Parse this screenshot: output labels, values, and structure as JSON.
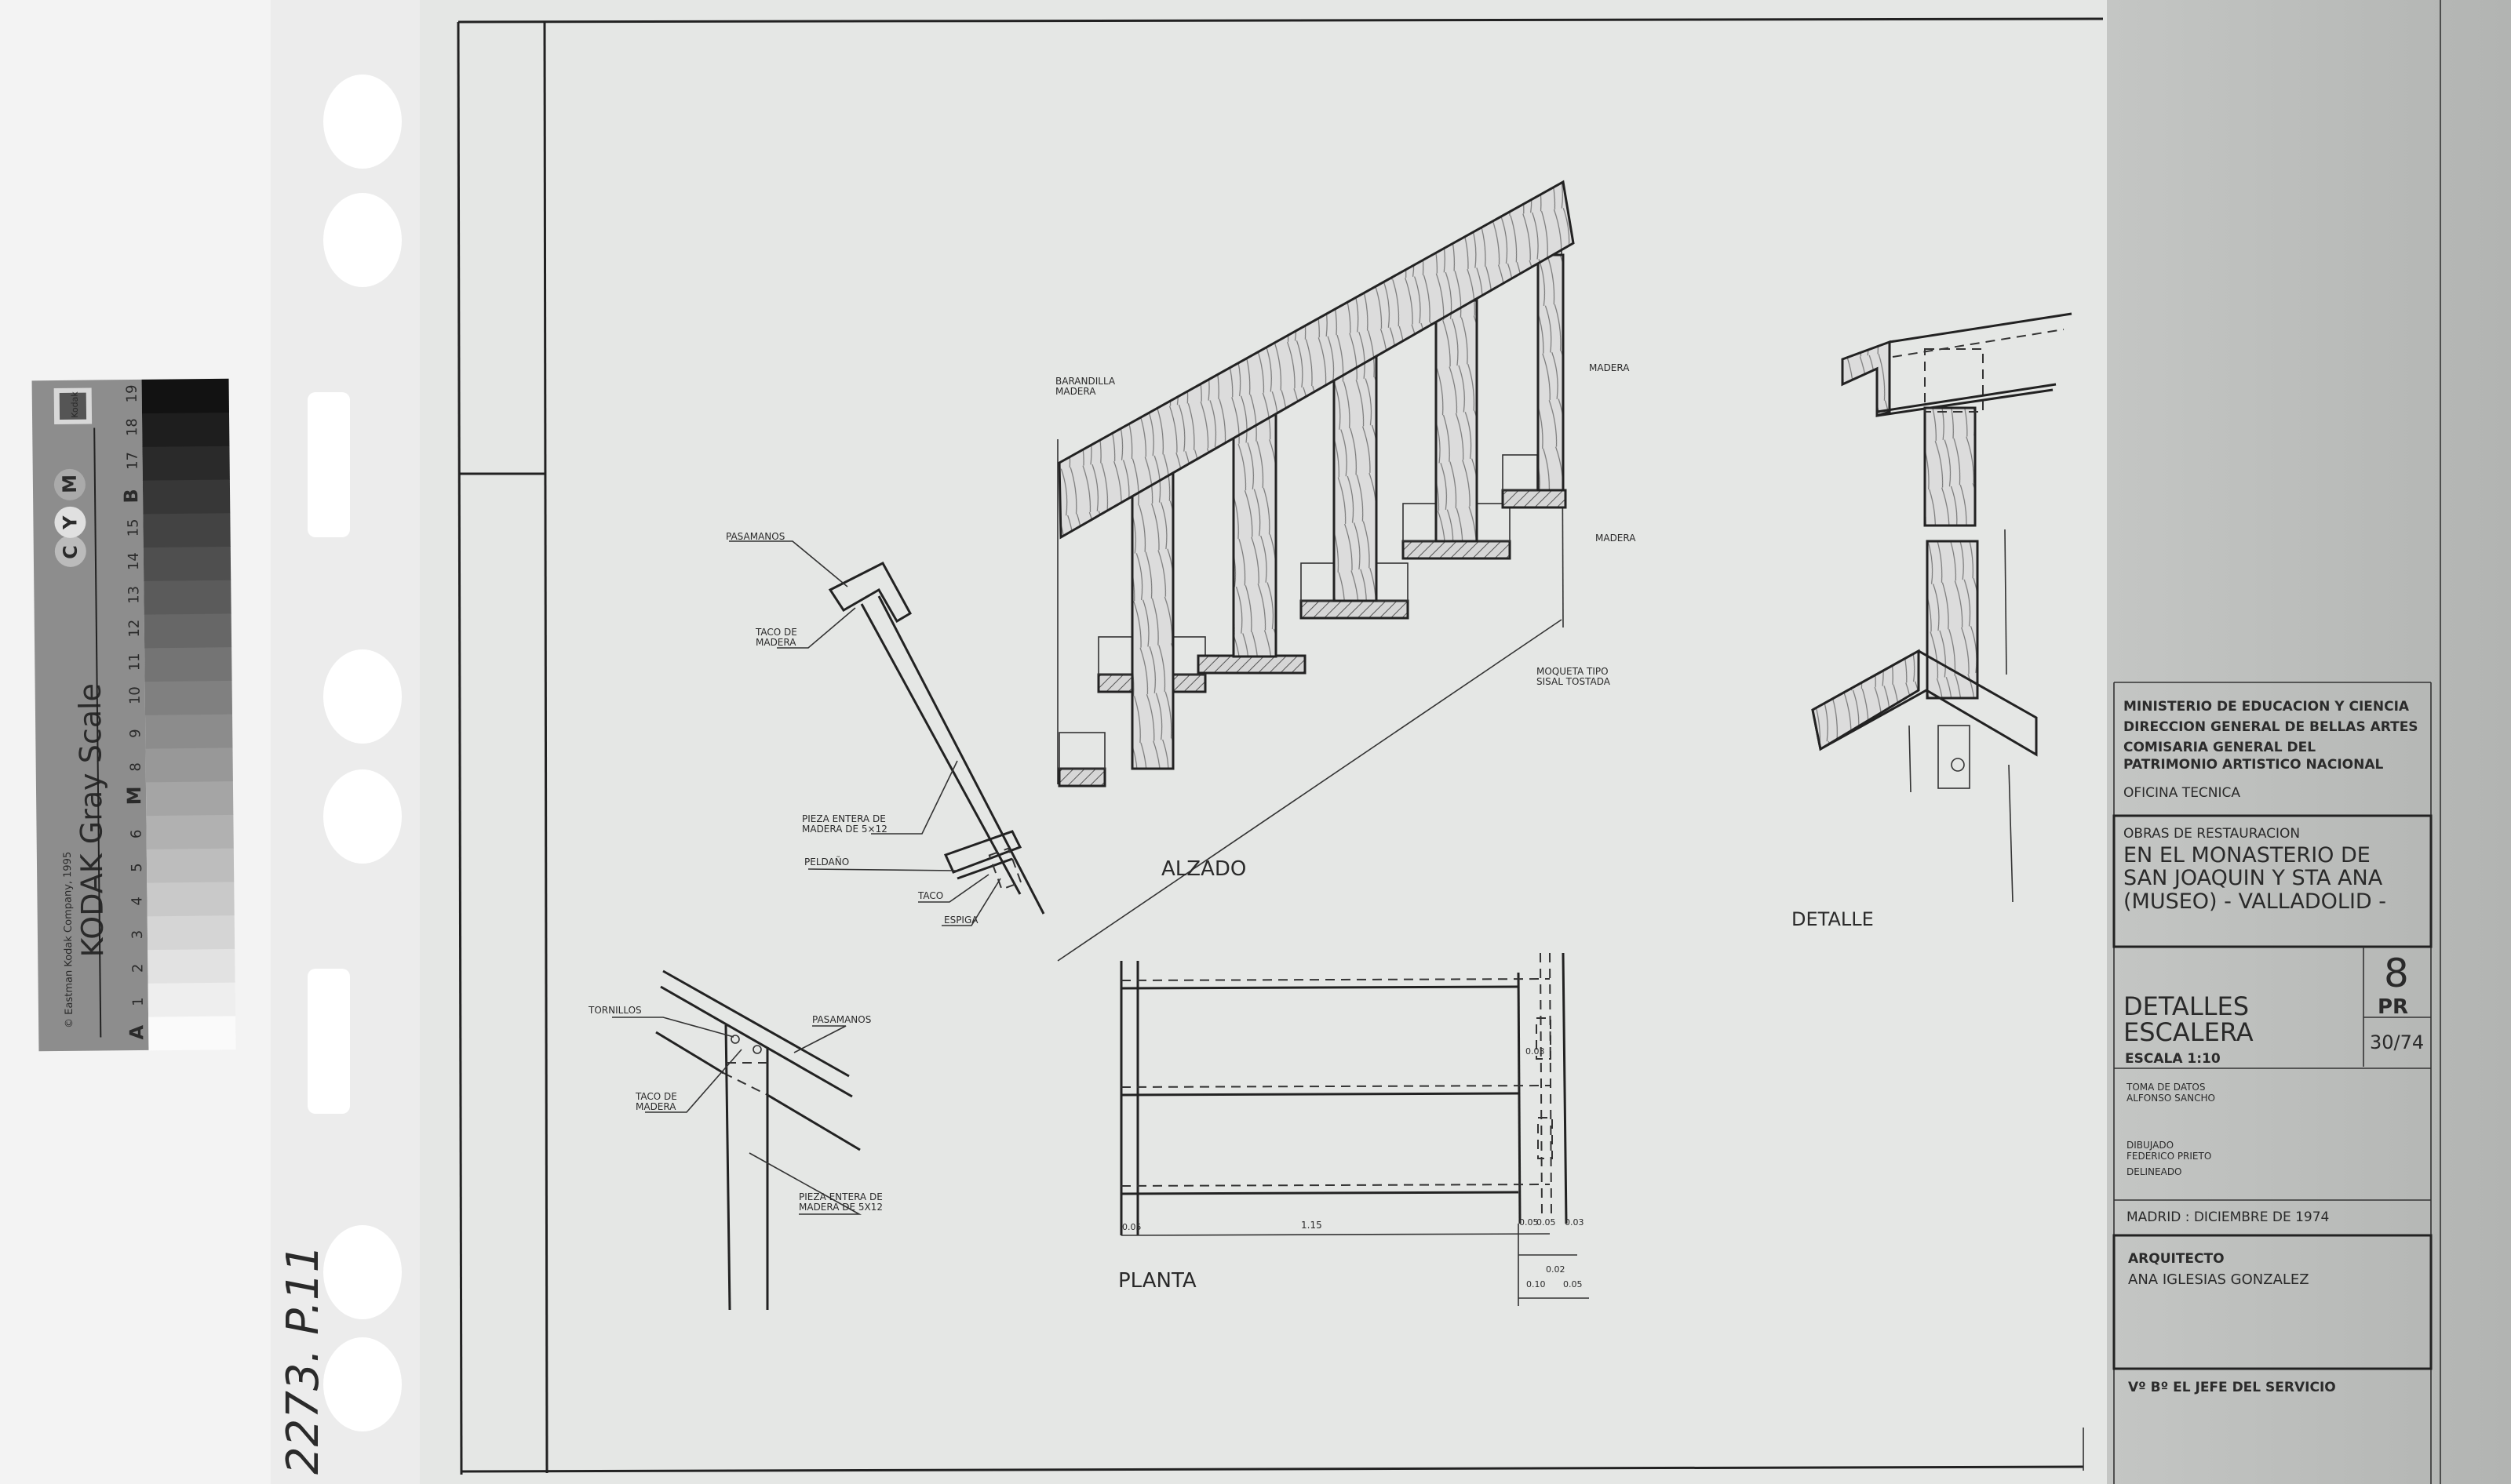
{
  "archive_mark": "2273. P.11",
  "kodak_scale": {
    "brand": "Kodak",
    "title": "KODAK Gray Scale",
    "copyright": "© Eastman Kodak Company, 1995",
    "color_marks": [
      "C",
      "Y",
      "M"
    ],
    "step_labels": [
      "A",
      "1",
      "2",
      "3",
      "4",
      "5",
      "6",
      "M",
      "8",
      "9",
      "10",
      "11",
      "12",
      "13",
      "14",
      "15",
      "B",
      "17",
      "18",
      "19"
    ]
  },
  "drawing": {
    "views": {
      "alzado": "ALZADO",
      "detalle": "DETALLE",
      "planta": "PLANTA"
    },
    "alzado_labels": {
      "barandilla_1": "BARANDILLA",
      "barandilla_2": "MADERA",
      "madera_top": "MADERA",
      "madera_mid": "MADERA",
      "moqueta_1": "MOQUETA TIPO",
      "moqueta_2": "SISAL TOSTADA"
    },
    "section_labels": {
      "pasamanos": "PASAMANOS",
      "taco_1": "TACO DE",
      "taco_2": "MADERA",
      "pieza_1": "PIEZA ENTERA DE",
      "pieza_2": "MADERA DE 5×12",
      "peldano": "PELDAÑO",
      "taco": "TACO",
      "espiga": "ESPIGA"
    },
    "joint_labels": {
      "tornillos": "TORNILLOS",
      "pasamanos": "PASAMANOS",
      "taco_1": "TACO DE",
      "taco_2": "MADERA",
      "pieza_1": "PIEZA ENTERA DE",
      "pieza_2": "MADERA DE 5X12"
    },
    "dimensions": {
      "left": "0.05",
      "main": "1.15",
      "right_a": "0.05",
      "right_b": "0.05",
      "right_c": "0.03",
      "mortise": "0.03",
      "d_002": "0.02",
      "d_010": "0.10",
      "d_005": "0.05"
    }
  },
  "title_block": {
    "ministry": [
      "MINISTERIO DE EDUCACION Y CIENCIA",
      "DIRECCION GENERAL DE BELLAS ARTES",
      "COMISARIA GENERAL DEL",
      "PATRIMONIO ARTISTICO NACIONAL"
    ],
    "office": "OFICINA TECNICA",
    "project_intro": "OBRAS DE RESTAURACION",
    "project": [
      "EN EL MONASTERIO DE",
      "SAN JOAQUIN Y STA ANA",
      "(MUSEO) - VALLADOLID -"
    ],
    "sheet_title": [
      "DETALLES",
      "ESCALERA"
    ],
    "scale": "ESCALA 1:10",
    "sheet_number": "8",
    "sheet_code": "PR",
    "file_ref": "30/74",
    "data_label": "TOMA DE DATOS",
    "data_author": "ALFONSO SANCHO",
    "drawn_label": "DIBUJADO",
    "drawn_author": "FEDERICO PRIETO",
    "lined_label": "DELINEADO",
    "place_date": "MADRID : DICIEMBRE DE 1974",
    "architect_label": "ARQUITECTO",
    "architect": "ANA IGLESIAS GONZALEZ",
    "approval": "Vº Bº EL JEFE DEL SERVICIO"
  }
}
